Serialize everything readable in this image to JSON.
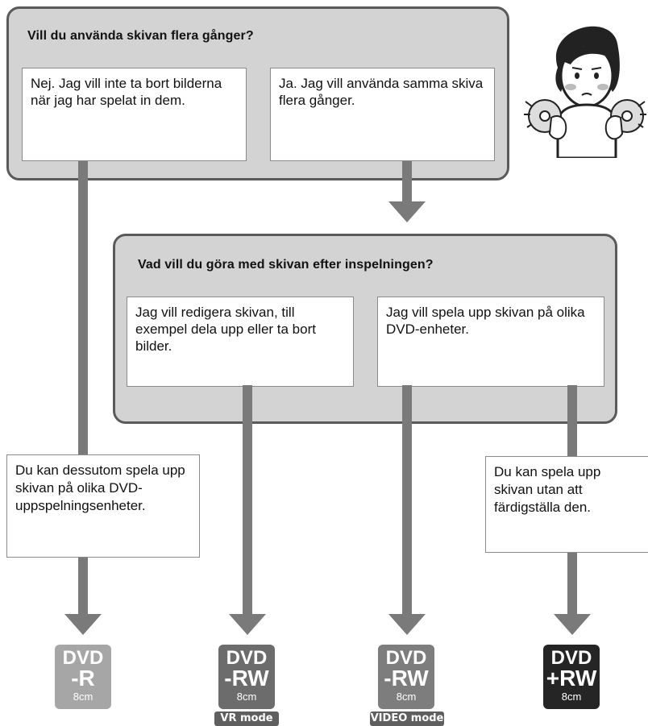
{
  "panels": {
    "top": {
      "title": "Vill du använda skivan flera gånger?",
      "box_left": "Nej. Jag vill inte ta bort bilderna när jag har spelat in dem.",
      "box_right": "Ja. Jag vill använda samma skiva flera gånger."
    },
    "middle": {
      "title": "Vad vill du göra med skivan efter inspelningen?",
      "box_left": "Jag vill redigera skivan, till exempel dela upp eller ta bort bilder.",
      "box_right": "Jag vill spela upp skivan på olika DVD-enheter."
    }
  },
  "notes": {
    "left": "Du kan dessutom spela upp skivan på olika DVD-uppspelningsenheter.",
    "right": "Du kan spela upp skivan utan att färdigställa den."
  },
  "outcomes": [
    {
      "line1": "DVD",
      "line2": "-R",
      "size": "8cm",
      "mode": "",
      "color": "#a6a6a6"
    },
    {
      "line1": "DVD",
      "line2": "-RW",
      "size": "8cm",
      "mode": "VR mode",
      "color": "#6c6c6c"
    },
    {
      "line1": "DVD",
      "line2": "-RW",
      "size": "8cm",
      "mode": "VIDEO mode",
      "color": "#7d7d7d"
    },
    {
      "line1": "DVD",
      "line2": "+RW",
      "size": "8cm",
      "mode": "",
      "color": "#252525"
    }
  ],
  "illustration": {
    "icon": "person-holding-discs-icon"
  },
  "colors": {
    "panel_fill": "#d3d3d3",
    "panel_border": "#5a5a5a",
    "connector": "#7a7a7a"
  }
}
